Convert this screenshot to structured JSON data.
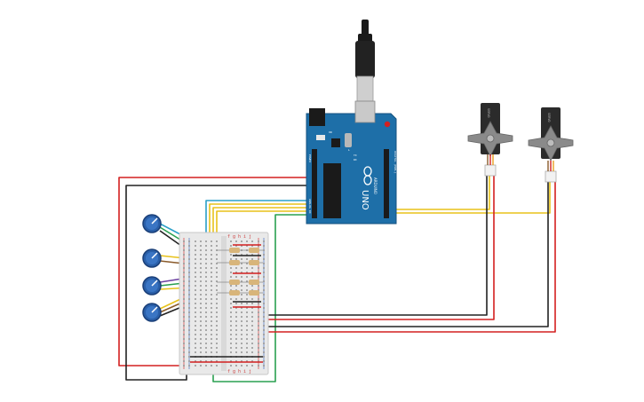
{
  "board": {
    "name": "Arduino UNO",
    "logo_text": "UNO",
    "brand_text": "ARDUINO",
    "on_label": "ON",
    "digital_label": "DIGITAL (PWM~)",
    "analog_label": "ANALOG IN",
    "power_label": "POWER",
    "tx_label": "TX",
    "rx_label": "RX",
    "l_label": "L",
    "color": "#1e6fa8"
  },
  "usb_cable": {
    "name": "USB cable",
    "color": "#222222"
  },
  "servos": [
    {
      "id": "servo-1",
      "label": "SERVO",
      "body_color": "#2b2b2b",
      "horn_color": "#8a8a8a"
    },
    {
      "id": "servo-2",
      "label": "SERVO",
      "body_color": "#2b2b2b",
      "horn_color": "#8a8a8a"
    }
  ],
  "potentiometers": [
    {
      "id": "pot-1",
      "knob_color": "#2a5fa8"
    },
    {
      "id": "pot-2",
      "knob_color": "#2a5fa8"
    },
    {
      "id": "pot-3",
      "knob_color": "#2a5fa8"
    },
    {
      "id": "pot-4",
      "knob_color": "#2a5fa8"
    }
  ],
  "breadboard": {
    "name": "half breadboard",
    "color": "#e9e9e9",
    "column_label_top": "f g h i j",
    "column_label_bottom": "f g h i j"
  },
  "resistors": [
    {
      "id": "resistor-1"
    },
    {
      "id": "resistor-2"
    },
    {
      "id": "resistor-3"
    },
    {
      "id": "resistor-4"
    }
  ],
  "wire_colors": {
    "power": "#d32020",
    "ground": "#222222",
    "signal": "#e8c21a",
    "pot_a": "#2aa0c8",
    "pot_b": "#6b3fa0",
    "pot_c": "#2aa050",
    "pot_d": "#8a5a2a",
    "green": "#2aa050"
  }
}
